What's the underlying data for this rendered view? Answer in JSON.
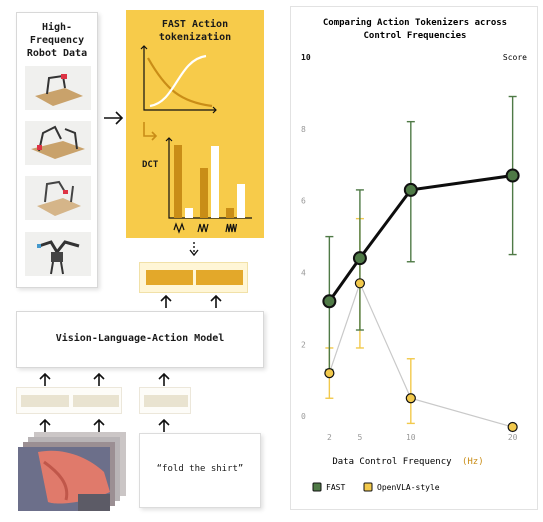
{
  "robot_data": {
    "title_line1": "High-",
    "title_line2": "Frequency",
    "title_line3": "Robot Data"
  },
  "fast": {
    "title_line1": "FAST Action",
    "title_line2": "tokenization",
    "dct_label": "DCT",
    "accent_color": "#f7cb4a",
    "dark_color": "#c98d17"
  },
  "vla": {
    "label": "Vision-Language-Action Model"
  },
  "prompt": {
    "text": "“fold the shirt”"
  },
  "chart_data": {
    "type": "line",
    "title_line1": "Comparing Action Tokenizers across",
    "title_line2": "Control Frequencies",
    "ylabel": "Score",
    "xlabel": "Data Control Frequency",
    "xlabel_unit": "(Hz)",
    "x": [
      2,
      5,
      10,
      20
    ],
    "x_ticks": [
      "2",
      "5",
      "10",
      "20"
    ],
    "y_ticks": [
      "0",
      "2",
      "4",
      "6",
      "8",
      "10"
    ],
    "ylim": [
      -0.3,
      10
    ],
    "series": [
      {
        "name": "FAST",
        "color": "#0d0d0d",
        "marker_color": "#4f7a46",
        "values": [
          3.2,
          4.4,
          6.3,
          6.7
        ],
        "err_low": [
          1.3,
          2.4,
          4.3,
          4.5
        ],
        "err_high": [
          5.0,
          6.3,
          8.2,
          8.9
        ]
      },
      {
        "name": "OpenVLA-style",
        "color": "#c9c9c9",
        "marker_color": "#f2c94c",
        "values": [
          1.2,
          3.7,
          0.5,
          -0.3
        ],
        "err_low": [
          0.5,
          1.9,
          -0.2,
          -0.3
        ],
        "err_high": [
          1.9,
          5.5,
          1.6,
          -0.3
        ]
      }
    ],
    "legend_placement": "bottom-left"
  }
}
